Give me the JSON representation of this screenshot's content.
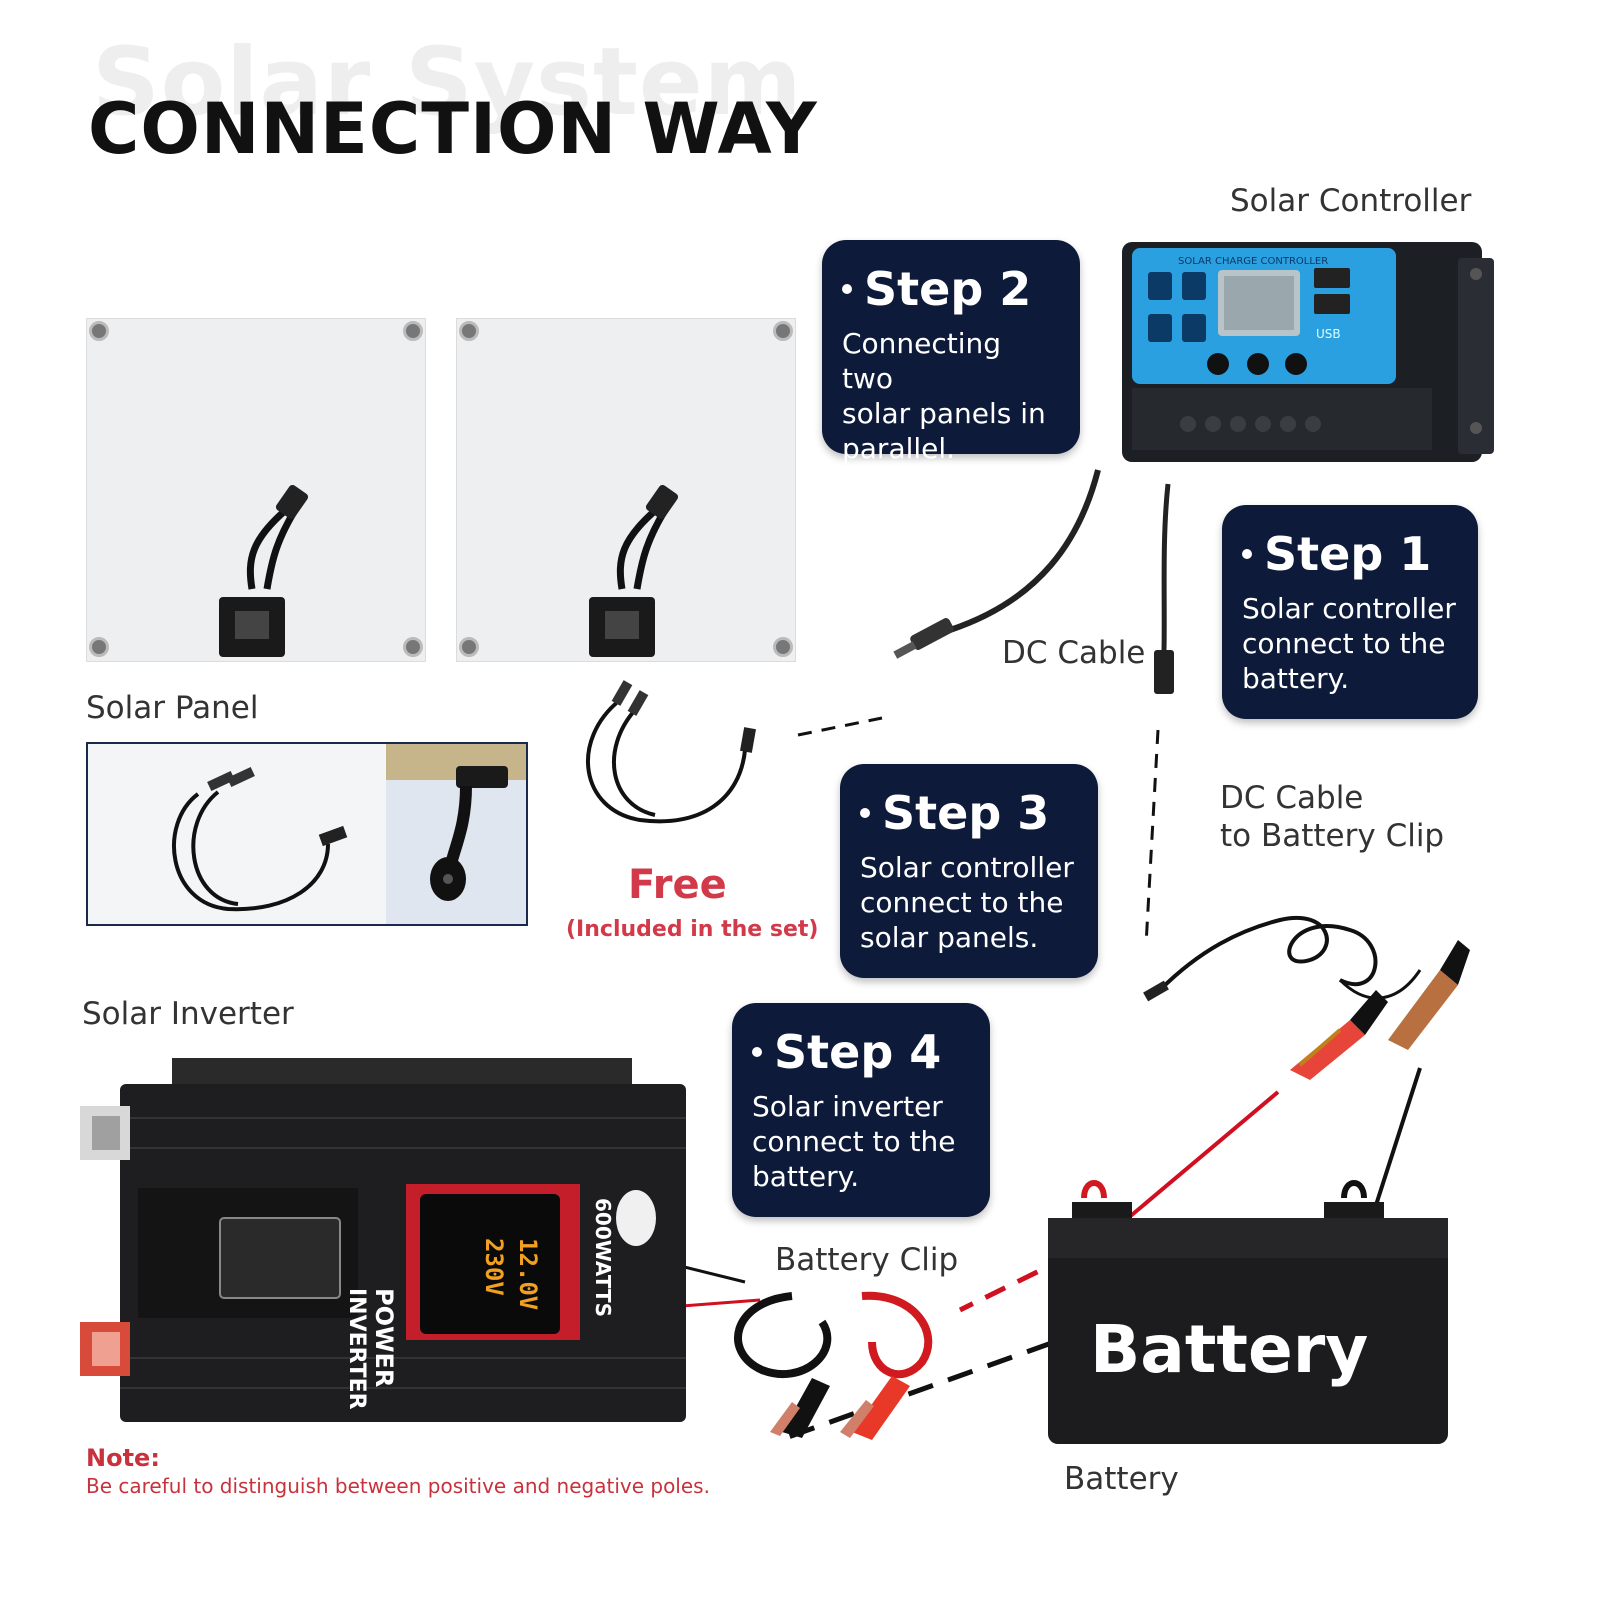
{
  "header": {
    "ghost_title": "Solar System",
    "title": "CONNECTION WAY"
  },
  "labels": {
    "solar_controller": "Solar Controller",
    "solar_panel": "Solar Panel",
    "dc_cable": "DC Cable",
    "dc_cable_battery_line1": "DC Cable",
    "dc_cable_battery_line2": "to Battery Clip",
    "solar_inverter": "Solar Inverter",
    "battery_clip": "Battery Clip",
    "battery": "Battery"
  },
  "steps": {
    "step1": {
      "title": "Step 1",
      "desc": [
        "Solar controller",
        "connect to the",
        "battery."
      ]
    },
    "step2": {
      "title": "Step 2",
      "desc": [
        "Connecting two",
        "solar panels in",
        "parallel."
      ]
    },
    "step3": {
      "title": "Step 3",
      "desc": [
        "Solar controller",
        "connect to the",
        "solar panels."
      ]
    },
    "step4": {
      "title": "Step 4",
      "desc": [
        "Solar inverter",
        "connect to the",
        "battery."
      ]
    }
  },
  "free": {
    "title": "Free",
    "subtitle": "(Included in the set)"
  },
  "controller": {
    "brand_text": "SOLAR CHARGE CONTROLLER",
    "usb_label": "USB"
  },
  "inverter": {
    "brand_line1": "POWER",
    "brand_line2": "INVERTER",
    "wattage": "600WATTS",
    "display_values": [
      "12.0V",
      "230V"
    ]
  },
  "battery_text": "Battery",
  "note": {
    "title": "Note:",
    "text": "Be careful to distinguish between positive and negative poles."
  },
  "colors": {
    "step_bg": "#0e1a3a",
    "accent_red": "#d23a4a",
    "controller_blue": "#2aa0e0"
  }
}
